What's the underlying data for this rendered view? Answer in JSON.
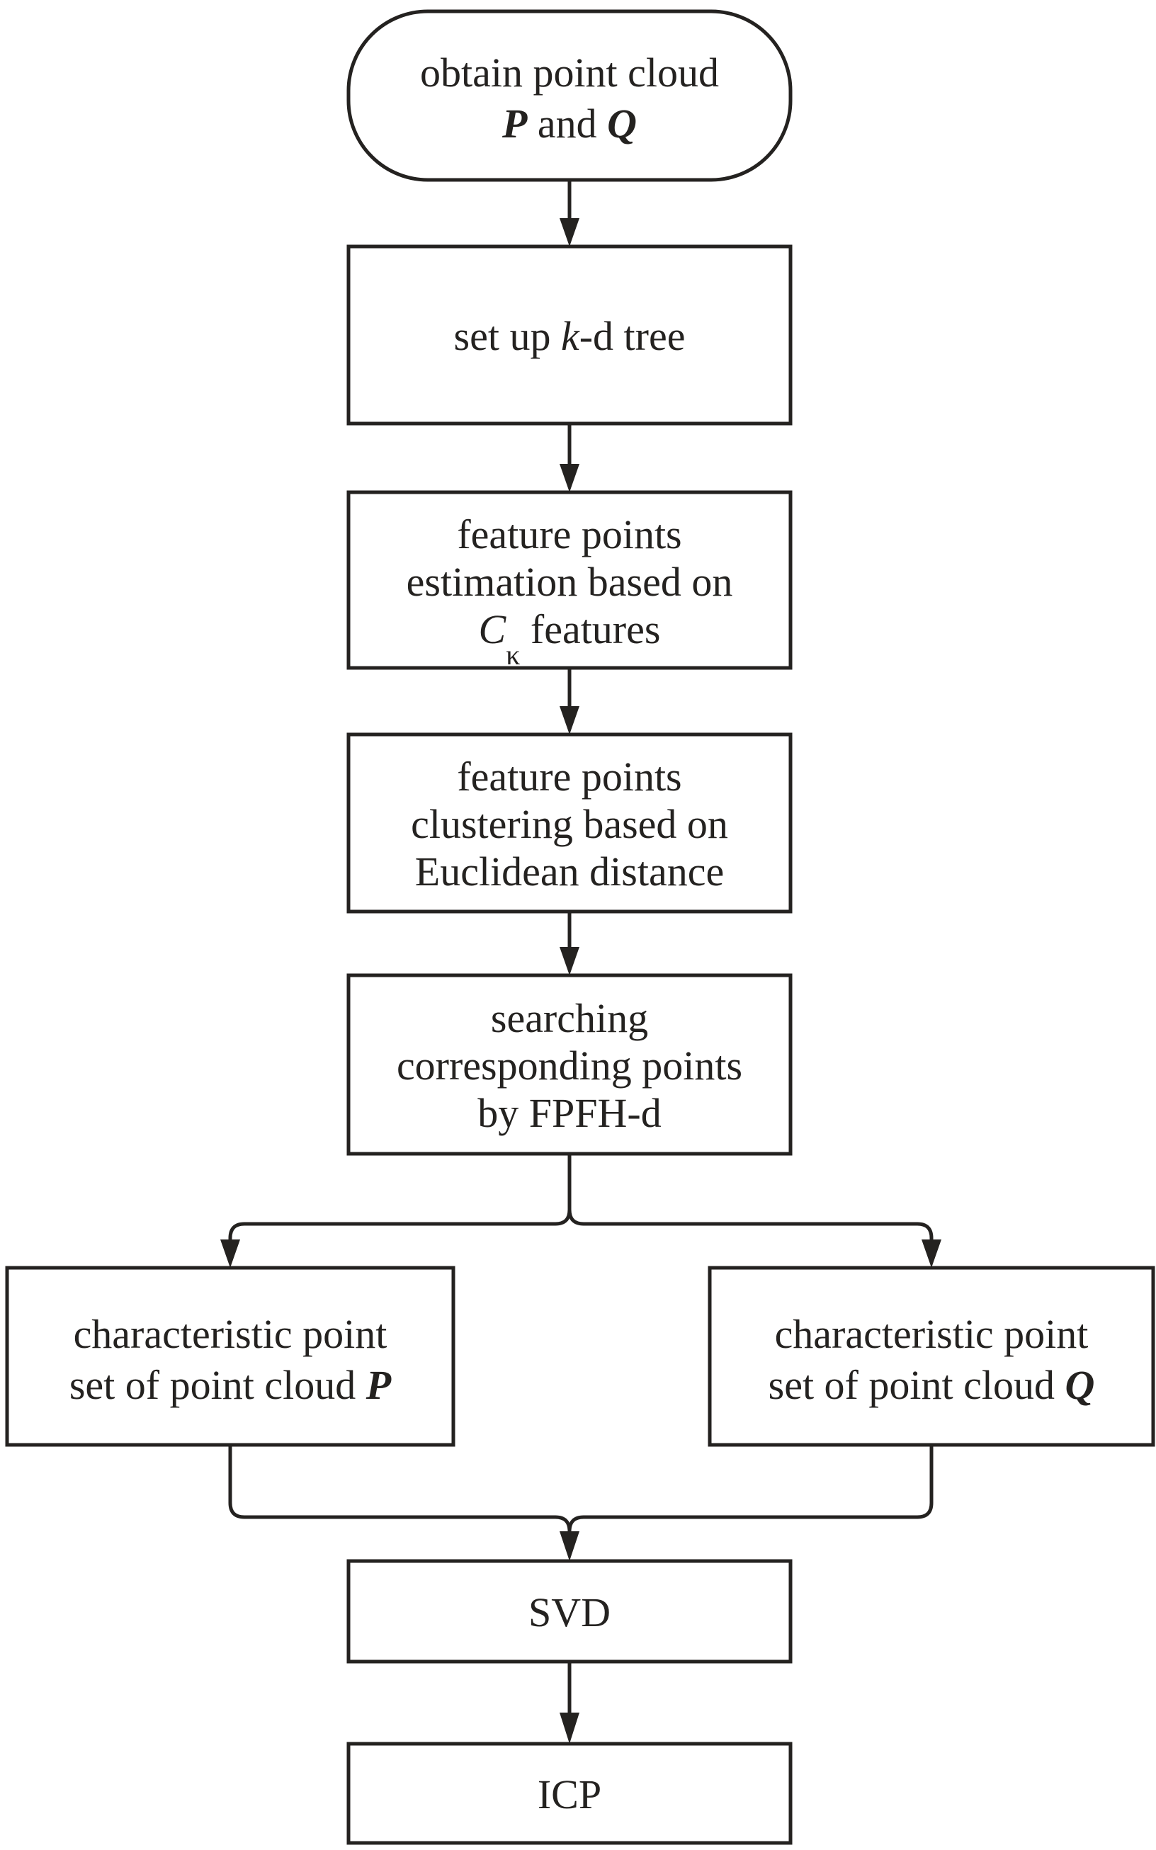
{
  "colors": {
    "ink": "#242220",
    "background": "#ffffff"
  },
  "nodes": {
    "start": {
      "type": "terminator",
      "line1": "obtain point cloud",
      "p": "P",
      "and_word": " and ",
      "q": "Q"
    },
    "kdtree": {
      "type": "process",
      "pre": "set up ",
      "k": "k",
      "post": "-d tree"
    },
    "estimate": {
      "type": "process",
      "line1": "feature points",
      "line2": "estimation based on",
      "c": "C",
      "kappa": "κ",
      "features": " features"
    },
    "cluster": {
      "type": "process",
      "line1": "feature points",
      "line2": "clustering based on",
      "line3": "Euclidean distance"
    },
    "search": {
      "type": "process",
      "line1": "searching",
      "line2": "corresponding points",
      "line3": "by FPFH-d"
    },
    "set_p": {
      "type": "process",
      "line1": "characteristic point",
      "line2": "set of point cloud ",
      "p": "P"
    },
    "set_q": {
      "type": "process",
      "line1": "characteristic point",
      "line2": "set of point cloud ",
      "q": "Q"
    },
    "svd": {
      "type": "process",
      "label": "SVD"
    },
    "icp": {
      "type": "process",
      "label": "ICP"
    }
  },
  "edges": [
    {
      "from": "start",
      "to": "kdtree"
    },
    {
      "from": "kdtree",
      "to": "estimate"
    },
    {
      "from": "estimate",
      "to": "cluster"
    },
    {
      "from": "cluster",
      "to": "search"
    },
    {
      "from": "search",
      "to": "set_p"
    },
    {
      "from": "search",
      "to": "set_q"
    },
    {
      "from": "set_p",
      "to": "svd"
    },
    {
      "from": "set_q",
      "to": "svd"
    },
    {
      "from": "svd",
      "to": "icp"
    }
  ]
}
